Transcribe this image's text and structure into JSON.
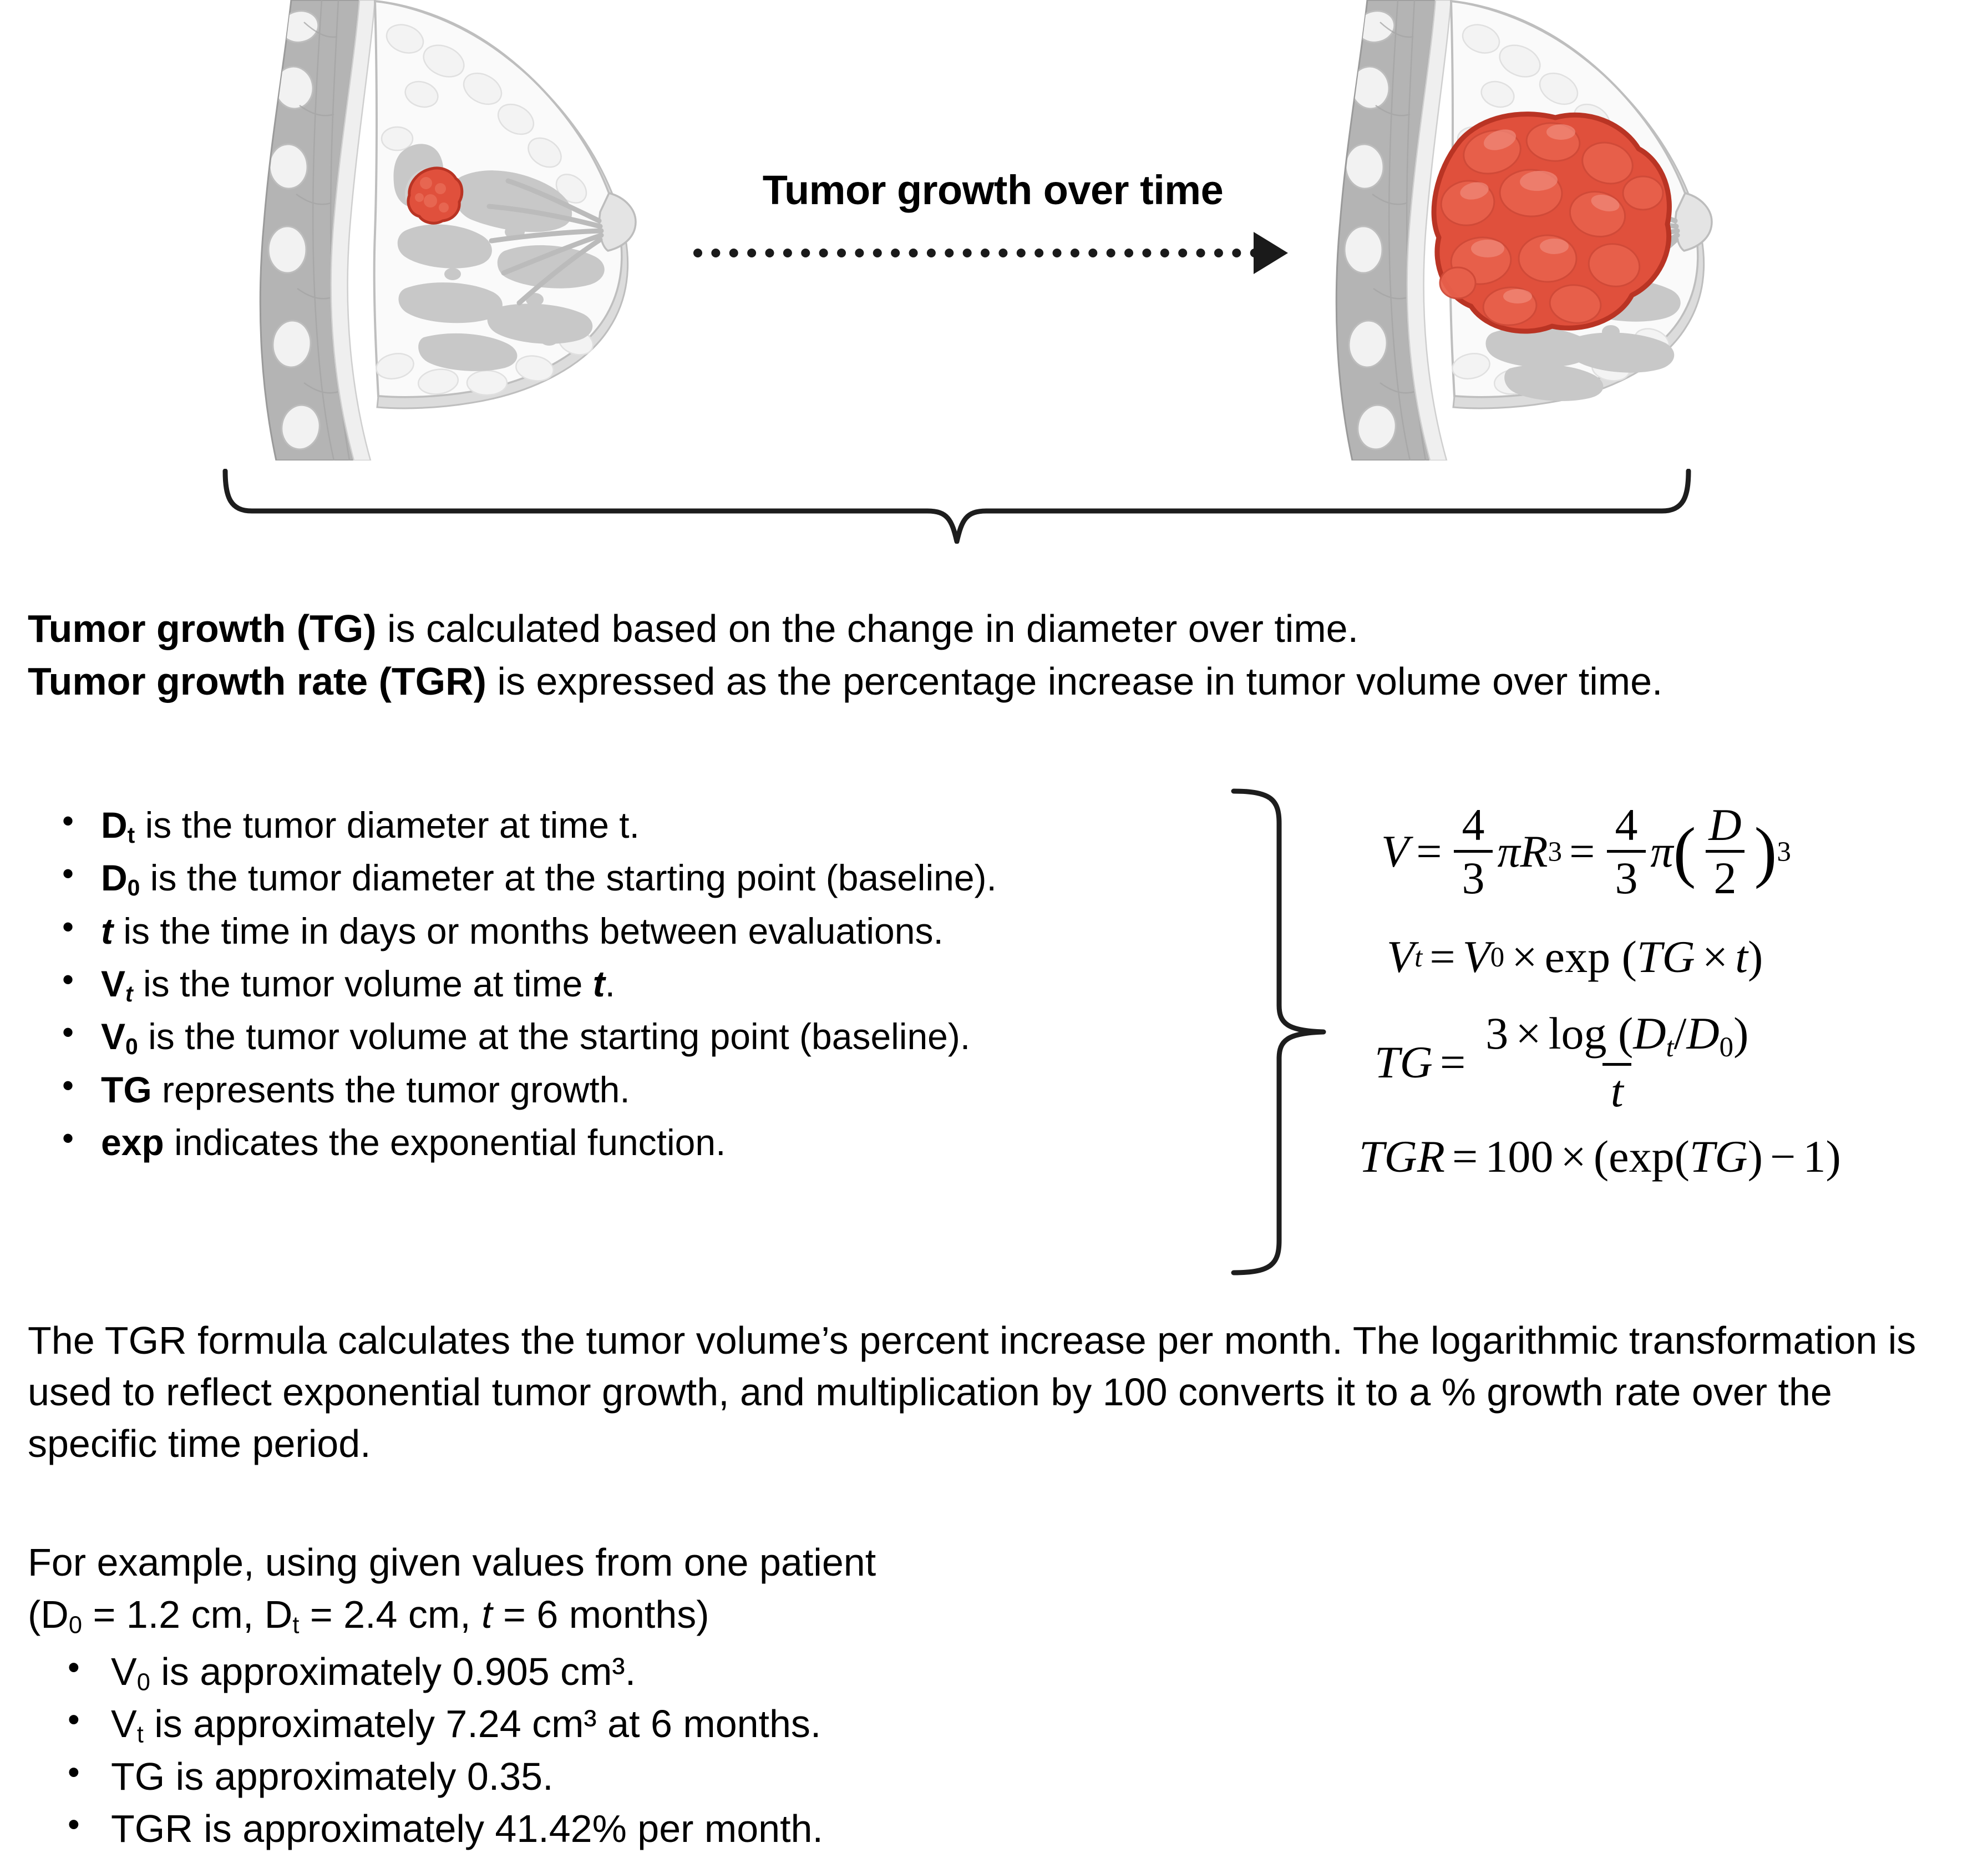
{
  "illustration": {
    "arrow_label": "Tumor growth over time",
    "before_figure_name": "breast cross-section with small tumor",
    "after_figure_name": "breast cross-section with large tumor",
    "tumor_color": "#E0503C",
    "tumor_outline_color": "#B93424",
    "tissue_color": "#C9C9C9",
    "skin_color": "#E6E6E6",
    "muscle_color": "#ABABAB"
  },
  "intro": {
    "line1_bold": "Tumor growth (TG)",
    "line1_rest": " is calculated based on the change in diameter over time.",
    "line2_bold": "Tumor growth rate (TGR)",
    "line2_rest": " is expressed as the percentage increase in tumor volume over time."
  },
  "definitions": [
    {
      "term": "D",
      "sub": "t",
      "sub_italic": false,
      "term_italic": false,
      "rest": " is the tumor diameter at time t."
    },
    {
      "term": "D",
      "sub": "0",
      "sub_italic": false,
      "term_italic": false,
      "rest": " is the tumor diameter at the starting point (baseline)."
    },
    {
      "term": "t",
      "sub": "",
      "sub_italic": false,
      "term_italic": true,
      "rest": " is the time in days or months between evaluations."
    },
    {
      "term": "V",
      "sub": "t",
      "sub_italic": true,
      "term_italic": false,
      "rest": " is the tumor volume at time t."
    },
    {
      "term": "V",
      "sub": "0",
      "sub_italic": false,
      "term_italic": false,
      "rest": " is the tumor volume at the starting point (baseline)."
    },
    {
      "term": "TG",
      "sub": "",
      "sub_italic": false,
      "term_italic": false,
      "rest": " represents the tumor growth."
    },
    {
      "term": "exp",
      "sub": "",
      "sub_italic": false,
      "term_italic": false,
      "rest": " indicates the exponential function."
    }
  ],
  "formulas": {
    "volume": "V = 4/3 πR³ = 4/3 π(D/2)³",
    "vt": "Vₜ = V₀ × exp (TG × t)",
    "tg": "TG = 3 × log (Dₜ/D₀) / t",
    "tgr": "TGR = 100 × (exp(TG) − 1)",
    "tokens": {
      "V": "V",
      "equals": "=",
      "four": "4",
      "three": "3",
      "pi": "π",
      "R": "R",
      "cubed": "3",
      "D": "D",
      "two": "2",
      "Vt_base": "V",
      "Vt_sub": "t",
      "V0_base": "V",
      "V0_sub": "0",
      "times": "×",
      "exp": "exp",
      "TG": "TG",
      "t": "t",
      "log": "log",
      "Dt_sub": "t",
      "D0_sub": "0",
      "slash": "/",
      "TGR": "TGR",
      "hundred": "100",
      "minus": "−",
      "one": "1",
      "lparen": "(",
      "rparen": ")"
    }
  },
  "explanation": {
    "text": "The TGR formula calculates the tumor volume’s percent increase per month. The logarithmic transformation is used to reflect exponential tumor growth, and multiplication by 100 converts it to a % growth rate over the specific time period."
  },
  "example": {
    "intro_line": "For example, using given values from one patient",
    "params_prefix": "(D",
    "params_d0_sub": "0",
    "params_d0_val": " = 1.2 cm, D",
    "params_dt_sub": "t",
    "params_dt_val": " = 2.4 cm, ",
    "params_t_italic": "t",
    "params_t_val": " = 6 months)",
    "results": [
      {
        "term": "V",
        "sub": "0",
        "rest": " is approximately 0.905 cm³."
      },
      {
        "term": "V",
        "sub": "t",
        "rest": " is approximately 7.24 cm³ at 6 months."
      },
      {
        "term": "TG",
        "sub": "",
        "rest": " is approximately 0.35."
      },
      {
        "term": "TGR",
        "sub": "",
        "rest": " is approximately 41.42% per month."
      }
    ]
  }
}
